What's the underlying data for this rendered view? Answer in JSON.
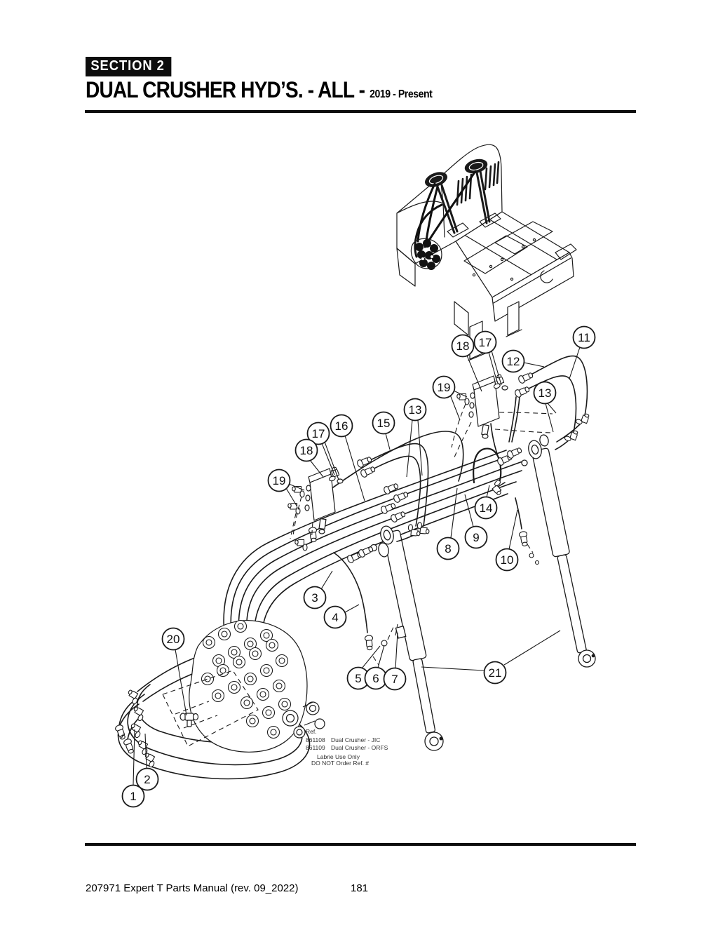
{
  "page": {
    "section_badge": "SECTION 2",
    "title": "DUAL CRUSHER HYD’S. - ALL - ",
    "title_suffix": "2019 - Present",
    "footer_left": "207971 Expert T Parts Manual (rev. 09_2022)",
    "page_number": "181"
  },
  "ref_block": {
    "label": "Ref.",
    "rows": [
      {
        "num": "861108",
        "desc": "Dual Crusher - JIC"
      },
      {
        "num": "861109",
        "desc": "Dual Crusher - ORFS"
      }
    ],
    "note1": "Labrie Use Only",
    "note2": "DO NOT Order Ref. #"
  },
  "callouts": [
    {
      "n": "1"
    },
    {
      "n": "2"
    },
    {
      "n": "3"
    },
    {
      "n": "4"
    },
    {
      "n": "5"
    },
    {
      "n": "6"
    },
    {
      "n": "7"
    },
    {
      "n": "8"
    },
    {
      "n": "9"
    },
    {
      "n": "10"
    },
    {
      "n": "11"
    },
    {
      "n": "12"
    },
    {
      "n": "13"
    },
    {
      "n": "13"
    },
    {
      "n": "14"
    },
    {
      "n": "15"
    },
    {
      "n": "16"
    },
    {
      "n": "17"
    },
    {
      "n": "17"
    },
    {
      "n": "18"
    },
    {
      "n": "18"
    },
    {
      "n": "19"
    },
    {
      "n": "19"
    },
    {
      "n": "20"
    },
    {
      "n": "21"
    }
  ]
}
